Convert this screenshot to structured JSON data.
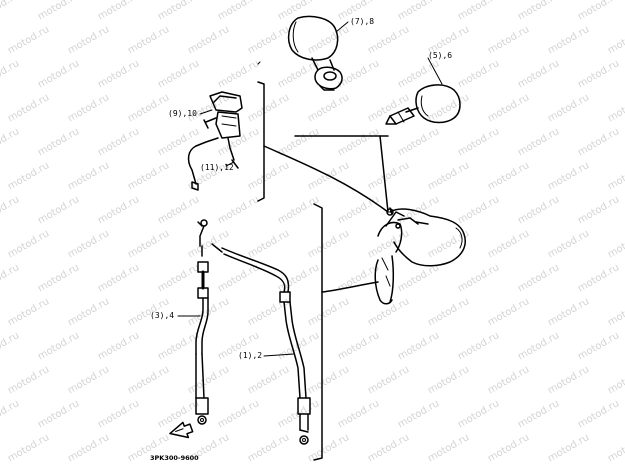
{
  "watermark": "motod.ru",
  "callouts": {
    "mirror_left": "(7),8",
    "mirror_right": "(5),6",
    "master_cylinder": "(9),10",
    "switch": "(11),12",
    "hose_left": "(3),4",
    "hose_right": "(1),2"
  },
  "ref_code": "3PK300-9600",
  "colors": {
    "line": "#000000",
    "background": "#ffffff",
    "watermark": "#d4d4d4"
  },
  "icons": {
    "front_arrow": "front-arrow-icon"
  }
}
